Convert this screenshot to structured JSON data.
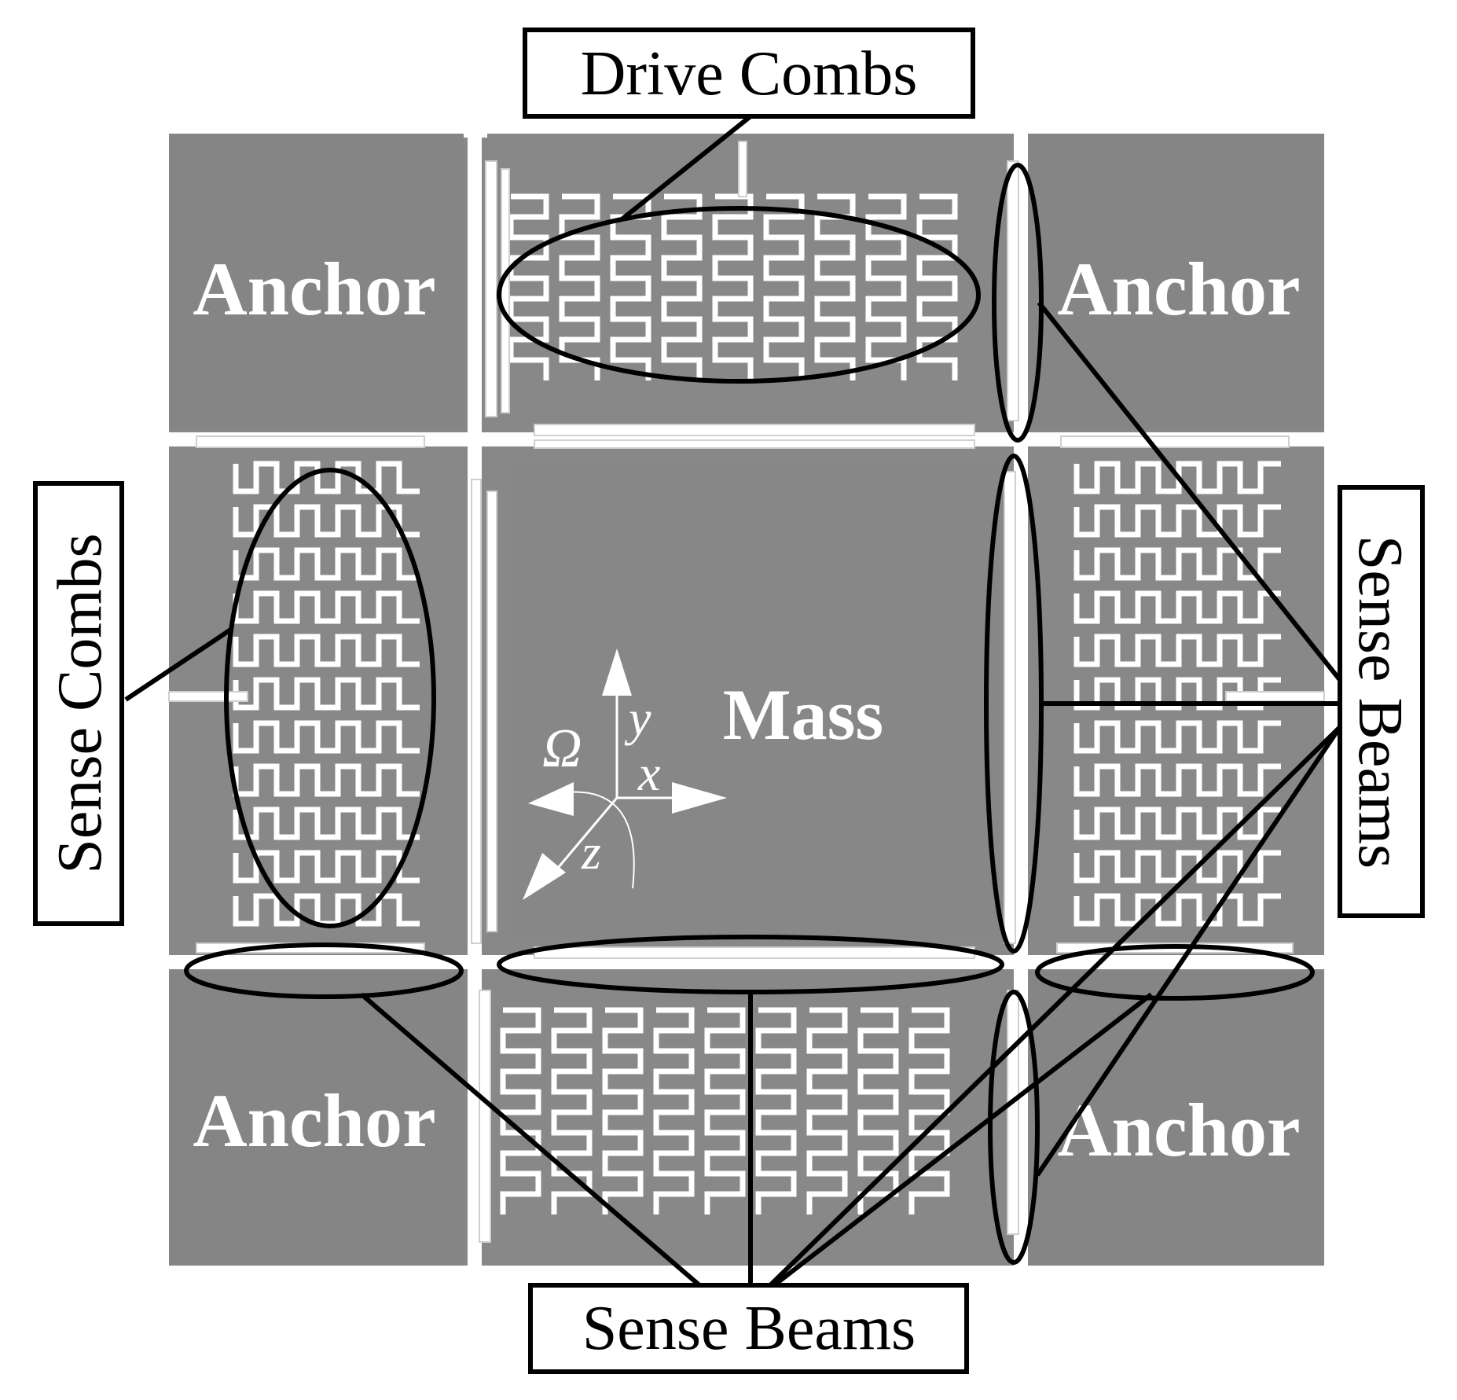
{
  "diagram": {
    "background": "#ffffff",
    "die_color": "#888888",
    "feature_color": "#ffffff",
    "outline_color": "#000000",
    "labels": {
      "anchor_top_left": "Anchor",
      "anchor_top_right": "Anchor",
      "anchor_bottom_left": "Anchor",
      "anchor_bottom_right": "Anchor",
      "mass": "Mass"
    },
    "axes": {
      "y": "y",
      "x": "x",
      "z": "z",
      "omega": "Ω"
    },
    "callouts": {
      "drive_combs": "Drive Combs",
      "sense_combs": "Sense Combs",
      "sense_beams_right": "Sense Beams",
      "sense_beams_bottom": "Sense Beams"
    }
  }
}
